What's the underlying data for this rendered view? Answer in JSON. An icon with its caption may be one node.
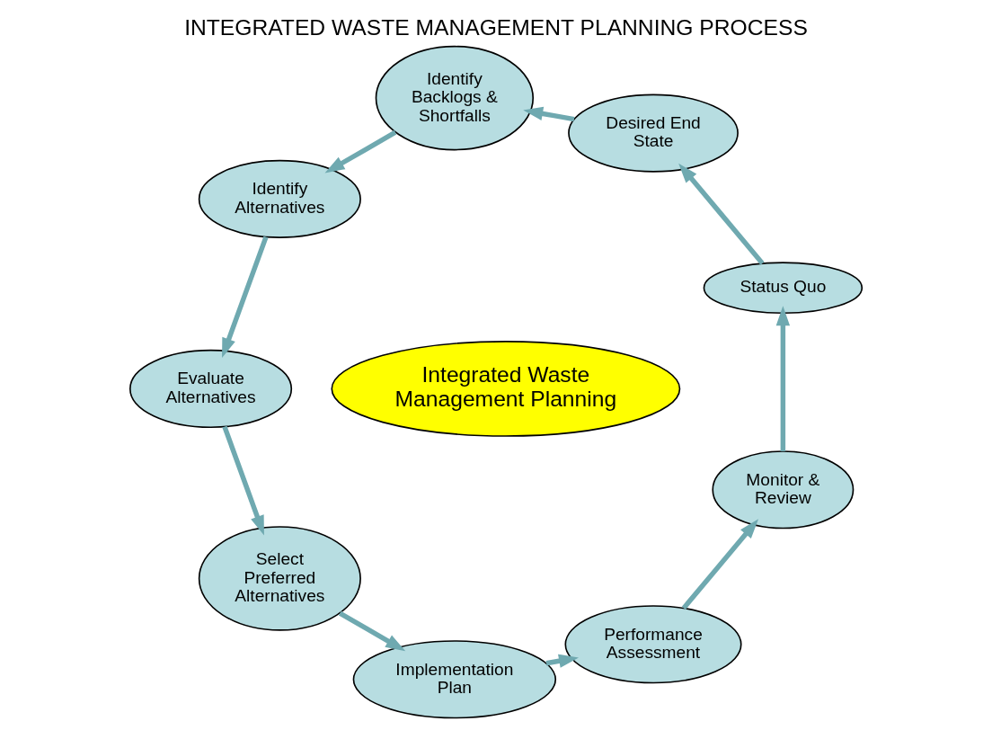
{
  "diagram": {
    "title": "INTEGRATED WASTE MANAGEMENT PLANNING PROCESS",
    "nodes": [
      {
        "text": [
          "Status Quo"
        ]
      },
      {
        "text": [
          "Desired End State"
        ]
      },
      {
        "text": [
          "Identify Backlogs & Shortfalls"
        ]
      },
      {
        "text": [
          "Identify Alternatives"
        ]
      },
      {
        "text": [
          "Evaluate Alternatives"
        ]
      },
      {
        "text": [
          "Select Preferred Alternatives"
        ]
      },
      {
        "text": [
          "Implementation Plan"
        ]
      },
      {
        "text": [
          "Performance Assessment"
        ]
      },
      {
        "text": [
          "Monitor & Review"
        ]
      },
      {
        "text": [
          "Integrated Waste Management Planning"
        ]
      }
    ],
    "edges": [
      {
        "from": 0,
        "to": 1,
        "arrow": "to"
      },
      {
        "from": 1,
        "to": 2,
        "arrow": "to"
      },
      {
        "from": 2,
        "to": 3,
        "arrow": "to"
      },
      {
        "from": 3,
        "to": 4,
        "arrow": "to"
      },
      {
        "from": 4,
        "to": 5,
        "arrow": "to"
      },
      {
        "from": 5,
        "to": 6,
        "arrow": "to"
      },
      {
        "from": 6,
        "to": 7,
        "arrow": "to"
      },
      {
        "from": 7,
        "to": 8,
        "arrow": "to"
      },
      {
        "from": 8,
        "to": 0,
        "arrow": "to"
      }
    ]
  }
}
